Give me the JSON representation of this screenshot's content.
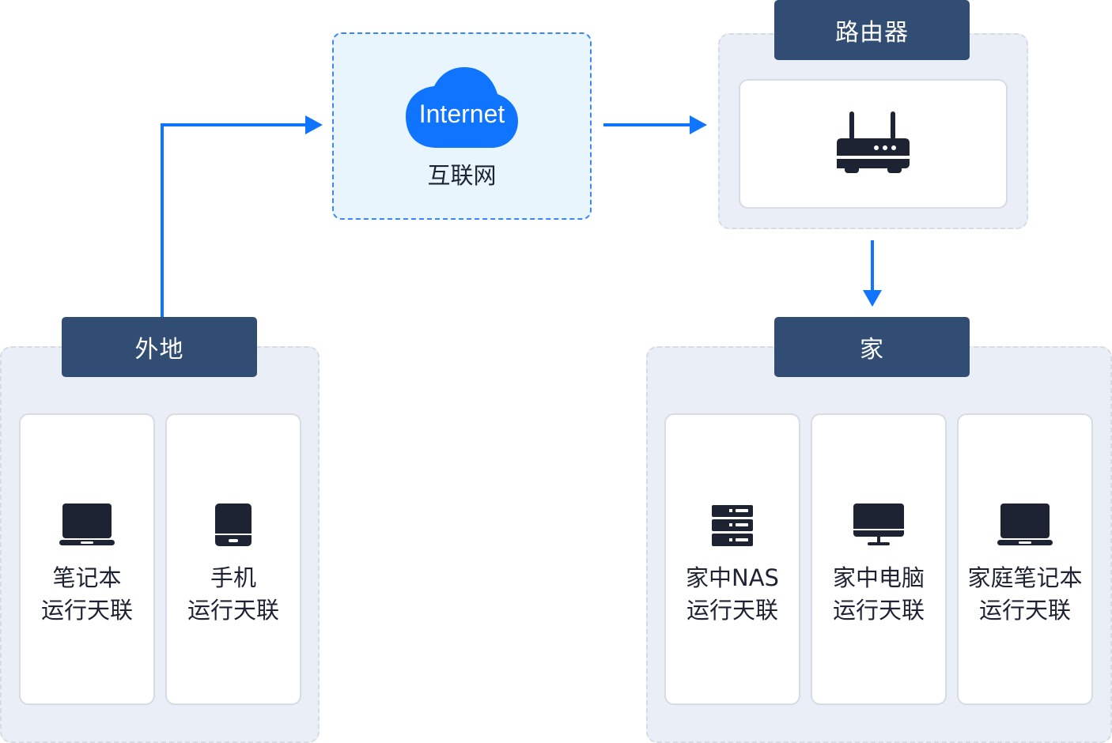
{
  "colors": {
    "arrow": "#0f74ff",
    "header_bg": "#324d73",
    "group_bg": "#eaeef6",
    "internet_bg": "#e8f5fd",
    "internet_border": "#3a86f2",
    "cloud": "#0f74ff",
    "icon": "#1d2333"
  },
  "internet": {
    "cloud_text": "Internet",
    "label": "互联网",
    "icon": "cloud-icon"
  },
  "router": {
    "title": "路由器",
    "icon": "router-icon"
  },
  "remote": {
    "title": "外地",
    "devices": [
      {
        "icon": "laptop-icon",
        "name": "笔记本",
        "status": "运行天联"
      },
      {
        "icon": "tablet-icon",
        "name": "手机",
        "status": "运行天联"
      }
    ]
  },
  "home": {
    "title": "家",
    "devices": [
      {
        "icon": "server-icon",
        "name": "家中NAS",
        "status": "运行天联"
      },
      {
        "icon": "monitor-icon",
        "name": "家中电脑",
        "status": "运行天联"
      },
      {
        "icon": "laptop-icon",
        "name": "家庭笔记本",
        "status": "运行天联"
      }
    ]
  },
  "connections": [
    {
      "from": "remote",
      "to": "internet"
    },
    {
      "from": "internet",
      "to": "router"
    },
    {
      "from": "router",
      "to": "home"
    }
  ]
}
